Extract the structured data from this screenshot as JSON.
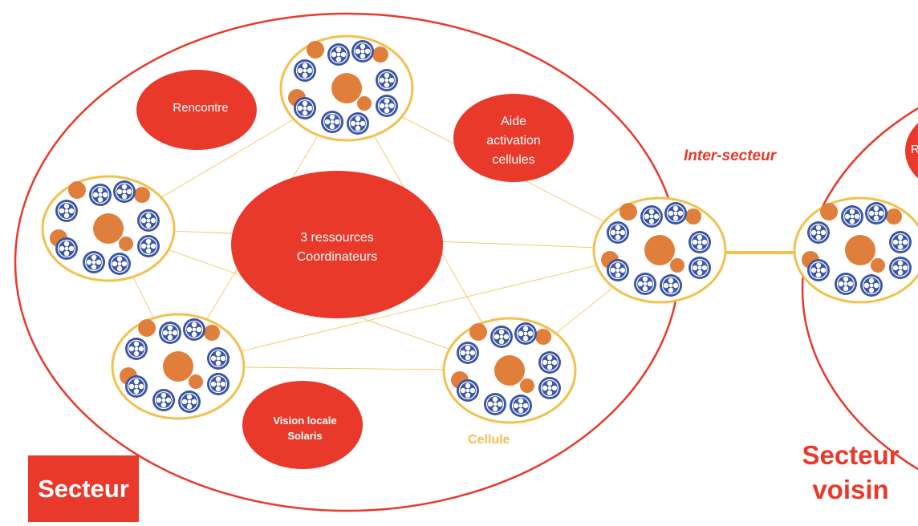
{
  "diagram": {
    "secteur_label": "Secteur",
    "secteur_voisin_label": "Secteur\nvoisin",
    "inter_secteur_label": "Inter-secteur",
    "cellule_label": "Cellule",
    "bubbles": {
      "rencontre": "Rencontre",
      "aide": "Aide\nactivation\ncellules",
      "coordinateurs": "3 ressources\nCoordinateurs",
      "vision": "Vision locale\nSolaris"
    },
    "neighbor_bubble_partial": "R",
    "colors": {
      "red": "#e8392a",
      "gold": "#f2c14e",
      "orange": "#e07f3c",
      "blue": "#3a55a4"
    }
  }
}
